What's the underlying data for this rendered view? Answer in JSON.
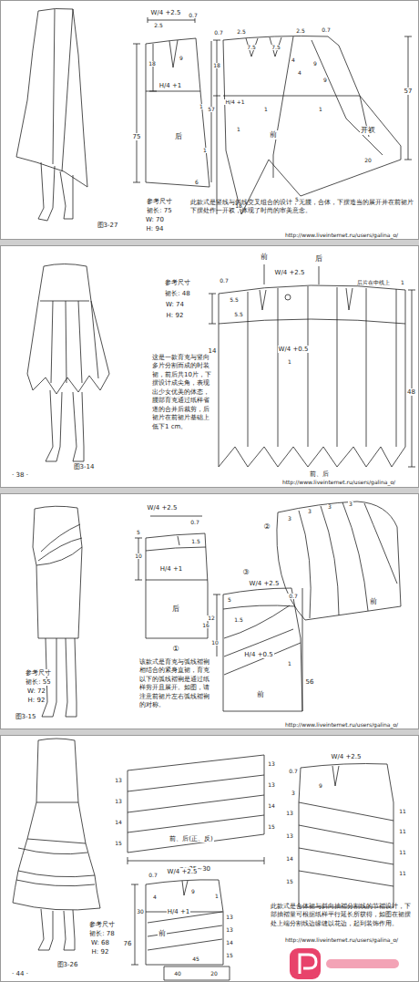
{
  "diagram": {
    "labels": [
      "W/4 +2.5",
      "2.5",
      "0.7",
      "9",
      "H/4 +1",
      "1",
      "18",
      "57",
      "75",
      "后",
      "1",
      "6",
      "0.7",
      "2.5",
      "7.5",
      "7.5",
      "2.5",
      "0.7",
      "4",
      "4",
      "9",
      "9",
      "H/4 +1",
      "1",
      "1",
      "1",
      "57",
      "18",
      "前",
      "开衩",
      "20",
      "5",
      "18",
      "参考尺寸",
      "裙长: 75",
      "W: 70",
      "H: 94",
      "图3-27",
      "此款式是竖线与斜线交叉组合的设计，无腰，合体，下摆造当的展开并在前裙片下摆处作一开衩，体现了时尚的审美意念。",
      "http://www.liveinternet.ru/users/galina_o/",
      "前",
      "后",
      "W/4 +2.5",
      "后片在中线上",
      "1",
      "5.5",
      "5.5",
      "0.7",
      "14",
      "W/4 +0.5",
      "1",
      "48",
      "参考尺寸",
      "裙长: 48",
      "W: 74",
      "H: 92",
      "这是一款育克与竖向多片分割而成的时装裙，前后共10片，下摆设计成尖角，表现出少女优美的体态，腰部育克通过纸样省道的合并后裁剪，后裙片在前裙片基础上低下1 cm。",
      "图3-14",
      "前、后",
      "· 38 ·",
      "http://www.liveinternet.ru/users/galina_o/",
      "W/4 +2.5",
      "0.7",
      "5",
      "10",
      "1.5",
      "H/4 +1",
      "后",
      "①",
      "②",
      "3",
      "3",
      "3",
      "3",
      "前",
      "③",
      "W/4 +2.5",
      "0.7",
      "16",
      "5",
      "10",
      "12",
      "1.5",
      "H/4 +0.5",
      "1",
      "56",
      "前",
      "参考尺寸",
      "裙长: 55",
      "W: 72",
      "H: 92",
      "图3-15",
      "该款式是育克与弧线褶裥相结合的紧身直裙，育克以下的弧线褶裥是通过纸样剪开且展开。如图，请注意前裙片左右弧线褶裥的对称。",
      "http://www.liveinternet.ru/users/galina_o/",
      "13",
      "13",
      "14",
      "15",
      "13",
      "13",
      "14",
      "15",
      "前、后(正、反)",
      "φ≈25~30",
      "W/4 +2.5",
      "0.7",
      "9",
      "3",
      "13",
      "13",
      "14",
      "15",
      "11",
      "11",
      "11",
      "11",
      "0.7",
      "W/4 +2.5",
      "9",
      "1",
      "4",
      "30",
      "76",
      "H/4 +1",
      "前",
      "13",
      "13",
      "14",
      "15",
      "45",
      "40",
      "20",
      "参考尺寸",
      "裙长: 78",
      "W: 68",
      "H: 92",
      "图3-26",
      "· 44 ·",
      "此款式是合体裙与斜向抽褶分割线的节褶设计，下部抽褶量可根据纸样平行延长所获得，如图在裙摆处上端分割线边缘缝以花边，起到装饰作用。",
      "http://www.liveinternet.ru/users/galina_o/"
    ]
  }
}
